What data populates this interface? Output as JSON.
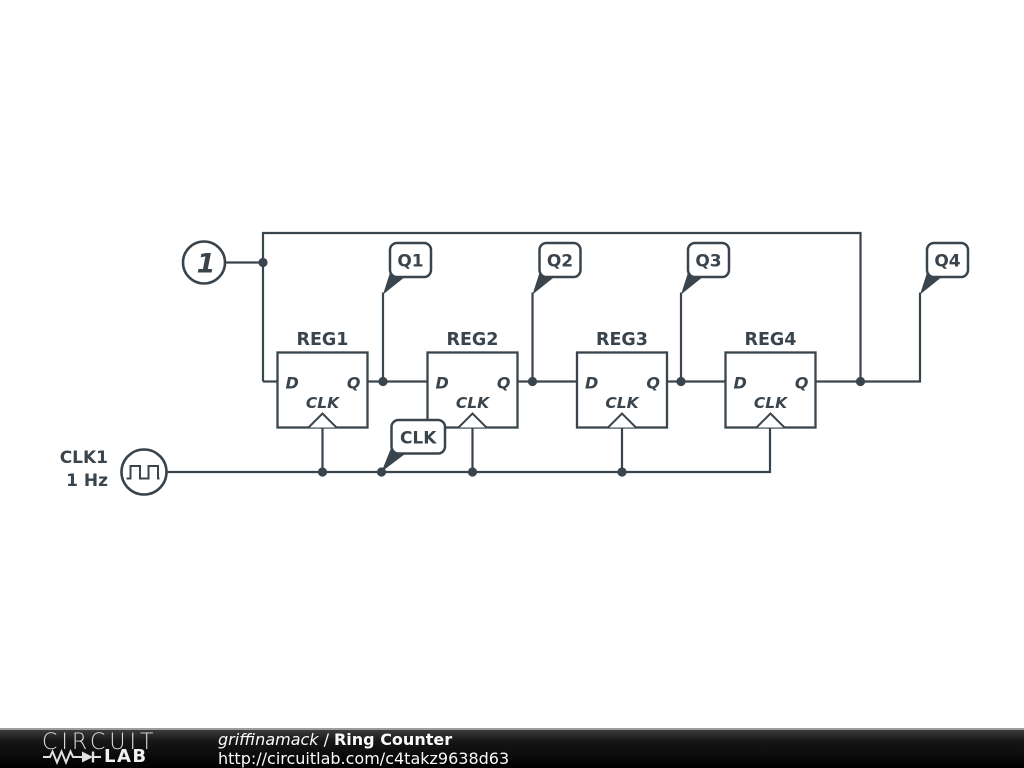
{
  "colors": {
    "ink": "#3a444c",
    "background": "#ffffff",
    "footer_background": "#000000",
    "footer_text": "#fafafa"
  },
  "schematic": {
    "constant_source": {
      "value": "1"
    },
    "clock_source": {
      "label": "CLK1",
      "frequency": "1 Hz",
      "symbol": "square-wave"
    },
    "registers": [
      {
        "label": "REG1",
        "pin_d": "D",
        "pin_q": "Q",
        "pin_clk": "CLK"
      },
      {
        "label": "REG2",
        "pin_d": "D",
        "pin_q": "Q",
        "pin_clk": "CLK"
      },
      {
        "label": "REG3",
        "pin_d": "D",
        "pin_q": "Q",
        "pin_clk": "CLK"
      },
      {
        "label": "REG4",
        "pin_d": "D",
        "pin_q": "Q",
        "pin_clk": "CLK"
      }
    ],
    "net_flags": [
      {
        "label": "Q1"
      },
      {
        "label": "Q2"
      },
      {
        "label": "Q3"
      },
      {
        "label": "Q4"
      },
      {
        "label": "CLK"
      }
    ]
  },
  "footer": {
    "logo": {
      "top": "CIRCUIT",
      "bottom": "LAB"
    },
    "author": "griffinamack",
    "separator": "/",
    "title": "Ring Counter",
    "url": "http://circuitlab.com/c4takz9638d63"
  }
}
